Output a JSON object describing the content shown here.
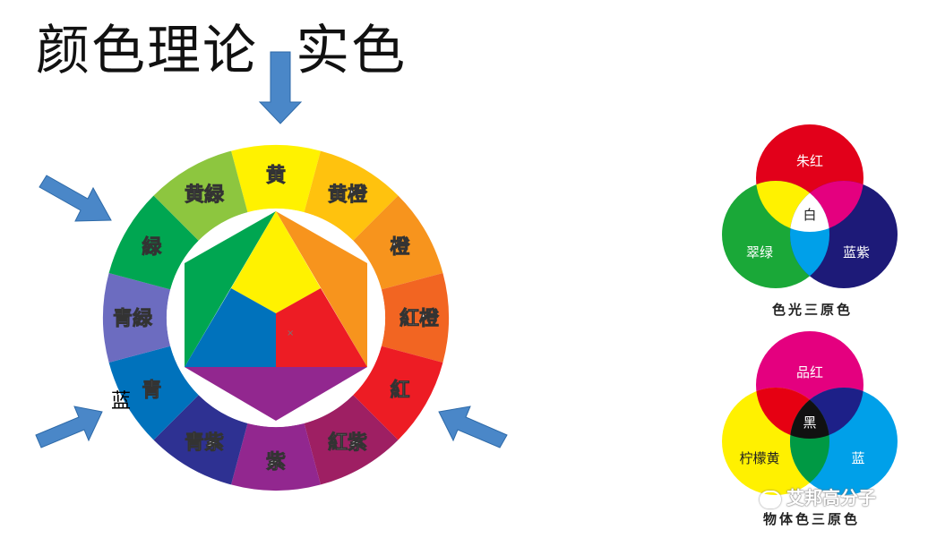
{
  "title": "颜色理论  实色",
  "wheel": {
    "segments": [
      {
        "label": "黄",
        "color": "#fff200"
      },
      {
        "label": "黄橙",
        "color": "#ffc20e"
      },
      {
        "label": "橙",
        "color": "#f7941d"
      },
      {
        "label": "紅橙",
        "color": "#f26522"
      },
      {
        "label": "紅",
        "color": "#ed1c24"
      },
      {
        "label": "紅紫",
        "color": "#9e1f63"
      },
      {
        "label": "紫",
        "color": "#92278f"
      },
      {
        "label": "青紫",
        "color": "#2e3192"
      },
      {
        "label": "青",
        "color": "#0072bc"
      },
      {
        "label": "青緑",
        "color": "#6c6cc0"
      },
      {
        "label": "緑",
        "color": "#00a651"
      },
      {
        "label": "黄緑",
        "color": "#8dc63f"
      }
    ],
    "extra_label": "蓝"
  },
  "venn_light": {
    "top": {
      "label": "朱红",
      "color": "#e2001a"
    },
    "left": {
      "label": "翠绿",
      "color": "#1aa838"
    },
    "right": {
      "label": "蓝紫",
      "color": "#1d1a78"
    },
    "center": "白",
    "caption": "色光三原色"
  },
  "venn_object": {
    "top": {
      "label": "品红",
      "color": "#e4007f"
    },
    "left": {
      "label": "柠檬黄",
      "color": "#fff100"
    },
    "right": {
      "label": "蓝",
      "color": "#00a0e9"
    },
    "center": "黑",
    "caption": "物体色三原色"
  },
  "watermark": "艾邦高分子"
}
